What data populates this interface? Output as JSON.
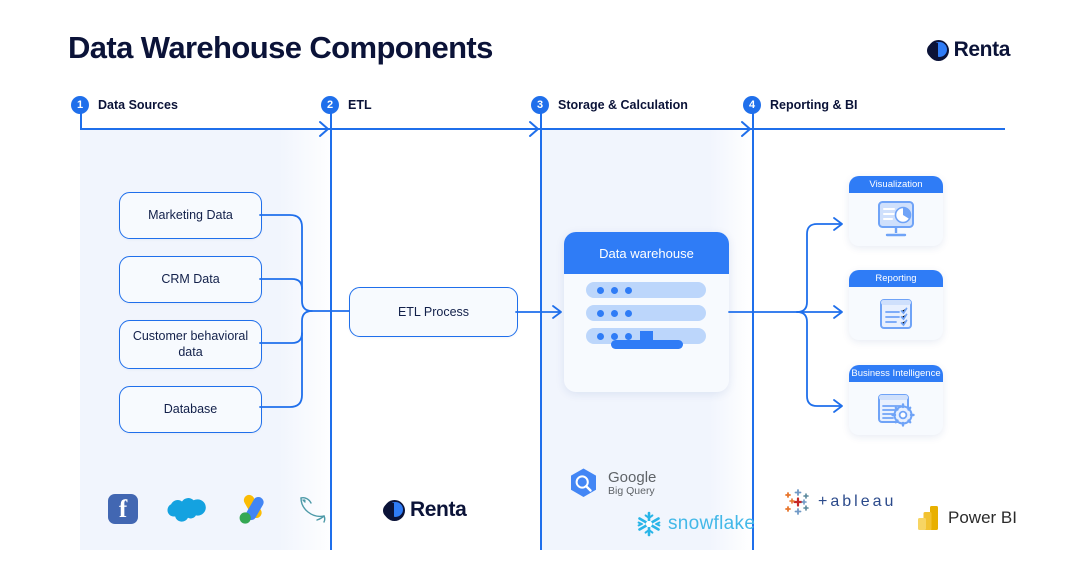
{
  "page": {
    "title": "Data Warehouse Components",
    "brand": "Renta"
  },
  "colors": {
    "accent": "#2f7cf6",
    "line": "#1f6feb",
    "navy": "#0b1338",
    "panel": "#f1f5fd",
    "card": "#f7fafe"
  },
  "stages": [
    {
      "num": "1",
      "label": "Data Sources"
    },
    {
      "num": "2",
      "label": "ETL"
    },
    {
      "num": "3",
      "label": "Storage & Calculation"
    },
    {
      "num": "4",
      "label": "Reporting & BI"
    }
  ],
  "sources": [
    {
      "label": "Marketing Data"
    },
    {
      "label": "CRM Data"
    },
    {
      "label": "Customer behavioral data"
    },
    {
      "label": "Database"
    }
  ],
  "etl": {
    "box_label": "ETL Process",
    "brand": "Renta"
  },
  "storage": {
    "card_title": "Data warehouse",
    "rows": 3,
    "dots_per_row": 3,
    "logos": [
      {
        "name": "google-bigquery",
        "line1": "Google",
        "line2": "Big Query"
      },
      {
        "name": "snowflake",
        "line1": "snowflake"
      }
    ]
  },
  "reporting": {
    "cards": [
      {
        "title": "Visualization",
        "icon": "monitor-chart-icon"
      },
      {
        "title": "Reporting",
        "icon": "document-checklist-icon"
      },
      {
        "title": "Business Intelligence",
        "icon": "document-gear-icon"
      }
    ],
    "logos": [
      {
        "name": "tableau",
        "text": "+ableau"
      },
      {
        "name": "power-bi",
        "text": "Power BI"
      }
    ]
  },
  "source_logos": [
    {
      "name": "facebook-icon",
      "glyph": "f"
    },
    {
      "name": "salesforce-icon",
      "glyph": ""
    },
    {
      "name": "google-ads-icon",
      "glyph": ""
    },
    {
      "name": "mysql-icon",
      "glyph": ""
    }
  ]
}
